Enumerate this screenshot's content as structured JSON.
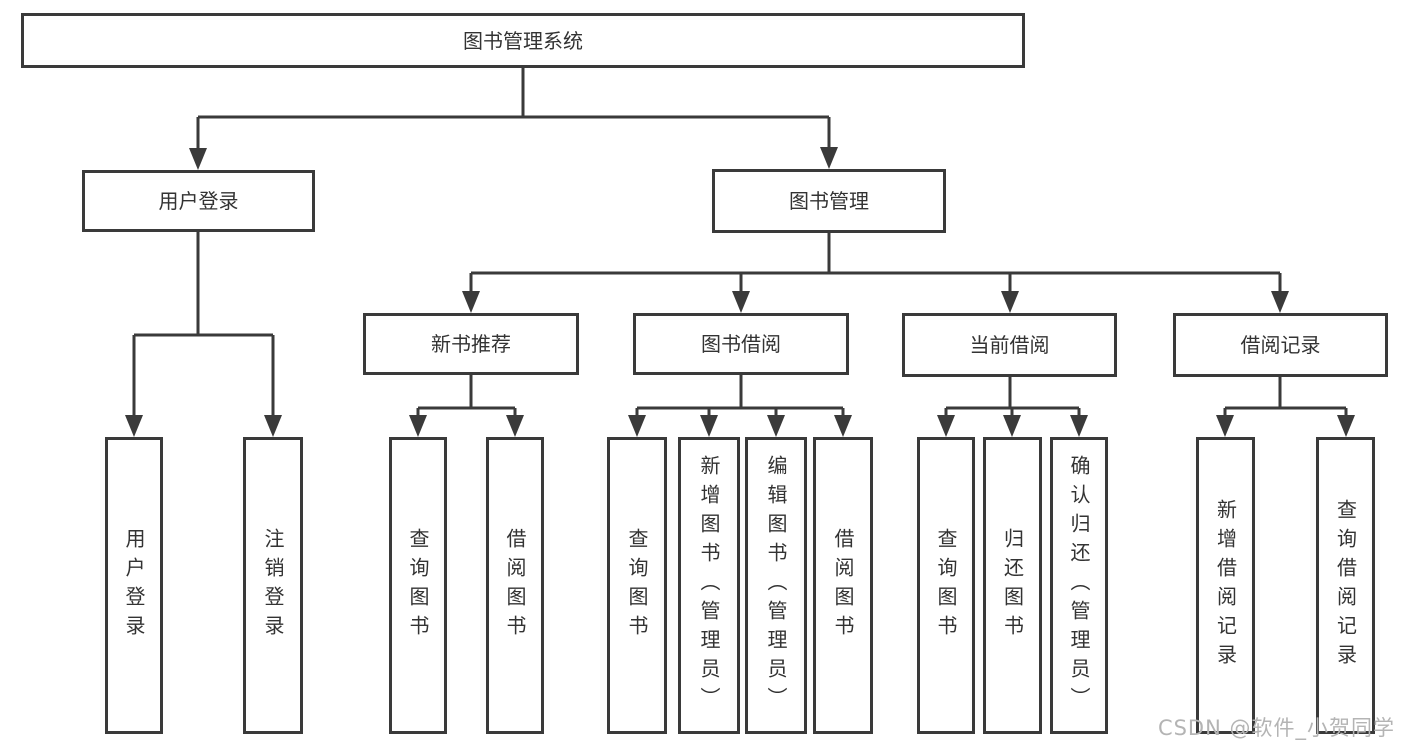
{
  "diagram_title": "图书管理系统",
  "nodes": {
    "root": "图书管理系统",
    "user_login": "用户登录",
    "book_mgmt": "图书管理",
    "new_book_rec": "新书推荐",
    "book_borrow": "图书借阅",
    "current_borrow": "当前借阅",
    "borrow_records": "借阅记录",
    "leaf_user_login": "用户登录",
    "leaf_logout": "注销登录",
    "leaf_query_book_1": "查询图书",
    "leaf_borrow_book_1": "借阅图书",
    "leaf_query_book_2": "查询图书",
    "leaf_add_book": "新增图书（管理员）",
    "leaf_edit_book": "编辑图书（管理员）",
    "leaf_borrow_book_2": "借阅图书",
    "leaf_query_book_3": "查询图书",
    "leaf_return_book": "归还图书",
    "leaf_confirm_return": "确认归还（管理员）",
    "leaf_add_record": "新增借阅记录",
    "leaf_query_record": "查询借阅记录"
  },
  "hierarchy": {
    "图书管理系统": {
      "用户登录": [
        "用户登录",
        "注销登录"
      ],
      "图书管理": {
        "新书推荐": [
          "查询图书",
          "借阅图书"
        ],
        "图书借阅": [
          "查询图书",
          "新增图书（管理员）",
          "编辑图书（管理员）",
          "借阅图书"
        ],
        "当前借阅": [
          "查询图书",
          "归还图书",
          "确认归还（管理员）"
        ],
        "借阅记录": [
          "新增借阅记录",
          "查询借阅记录"
        ]
      }
    }
  },
  "watermark": "CSDN @软件_小贺同学",
  "colors": {
    "line": "#3a3a3a",
    "text": "#333333",
    "watermark": "#b4b4b4",
    "background": "#ffffff"
  }
}
